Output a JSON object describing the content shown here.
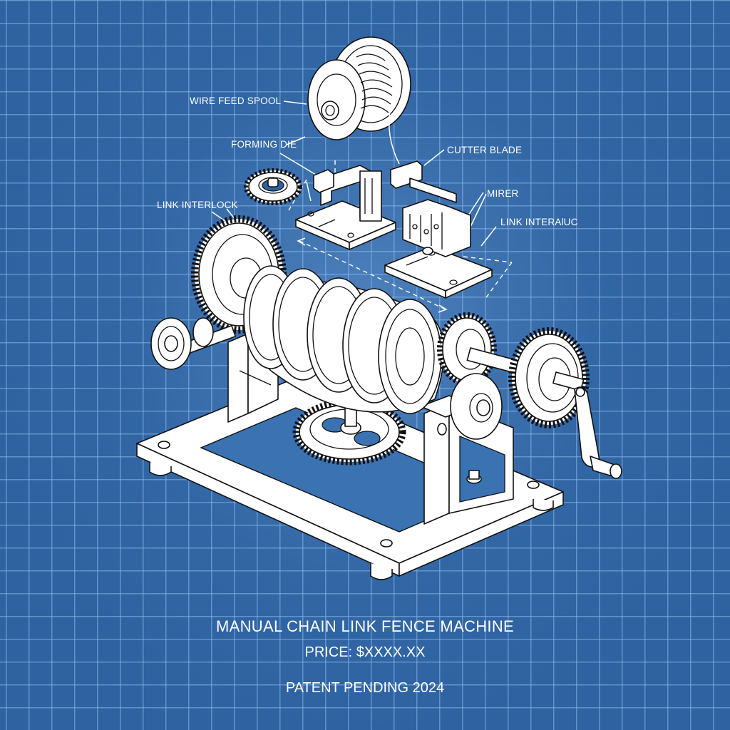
{
  "diagram": {
    "type": "blueprint-exploded-isometric",
    "background_color": "#2e62a0",
    "grid_color": "#8cb9eb",
    "line_color": "#ffffff",
    "labels": [
      {
        "id": "wire-feed-spool",
        "text": "WIRE FEED SPOOL"
      },
      {
        "id": "forming-die",
        "text": "FORMING DIE"
      },
      {
        "id": "link-interlock-left",
        "text": "LINK INTERLOCK"
      },
      {
        "id": "cutter-blade",
        "text": "CUTTER BLADE"
      },
      {
        "id": "mirer",
        "text": "MIRER"
      },
      {
        "id": "link-interlock-right",
        "text": "LINK INTERAlUC"
      }
    ],
    "components": [
      "wire feed spool",
      "forming die",
      "cutter blade",
      "gears",
      "forming drum",
      "hand crank",
      "base frame"
    ]
  },
  "caption": {
    "title": "MANUAL CHAIN LINK FENCE MACHINE",
    "price": "PRICE: $XXXX.XX",
    "patent": "PATENT PENDING 2024"
  }
}
